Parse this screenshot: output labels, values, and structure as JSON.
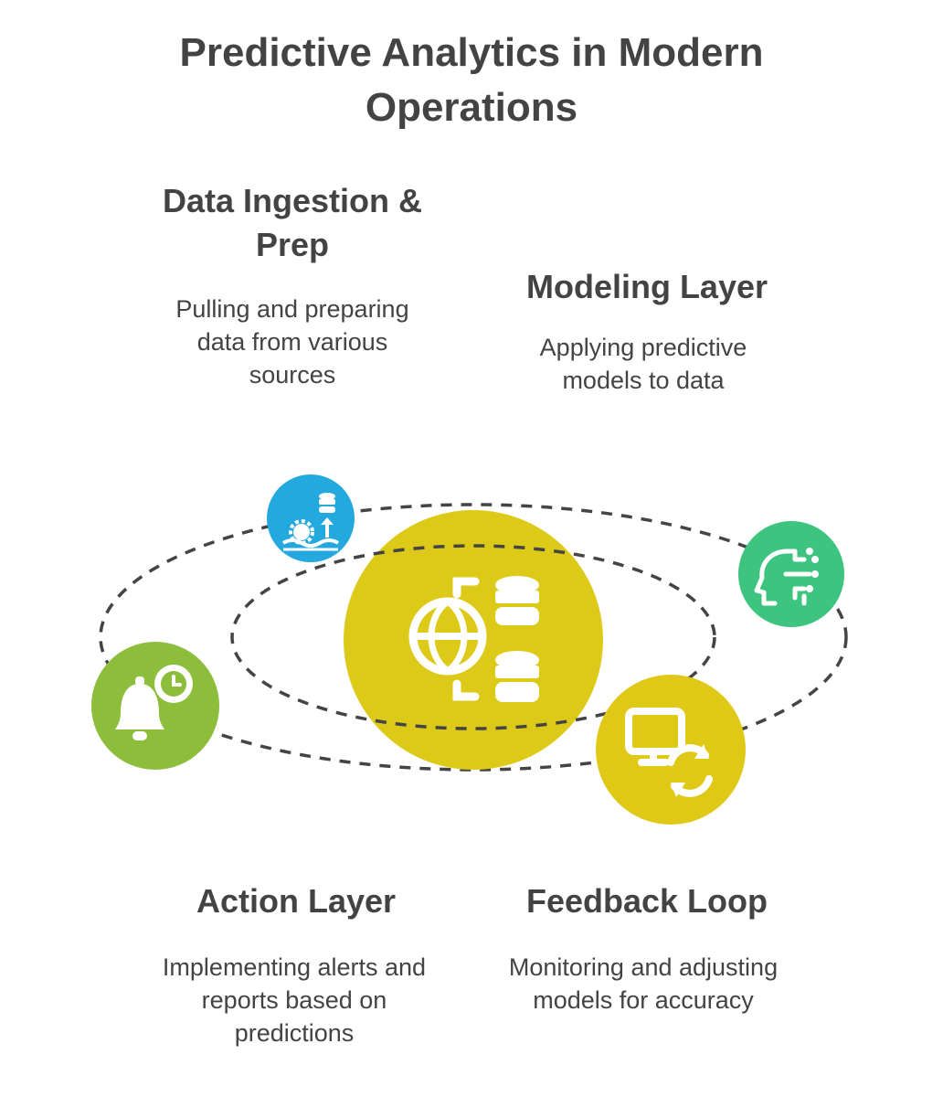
{
  "title": "Predictive Analytics in Modern Operations",
  "stages": [
    {
      "heading": "Data Ingestion & Prep",
      "description": "Pulling and preparing data from various sources",
      "icon": "data-ingestion-icon",
      "color": "#23a9dd"
    },
    {
      "heading": "Modeling Layer",
      "description": "Applying predictive models to data",
      "icon": "ai-head-icon",
      "color": "#3dc47e"
    },
    {
      "heading": "Action Layer",
      "description": "Implementing alerts and reports based on predictions",
      "icon": "bell-clock-icon",
      "color": "#8cbd3b"
    },
    {
      "heading": "Feedback Loop",
      "description": "Monitoring and adjusting models for accuracy",
      "icon": "monitor-refresh-icon",
      "color": "#e0c817"
    }
  ],
  "center": {
    "icon": "globe-database-icon",
    "color": "#ddca18"
  },
  "colors": {
    "text": "#434343",
    "ring": "#444444",
    "icon_fill": "#ffffff"
  }
}
